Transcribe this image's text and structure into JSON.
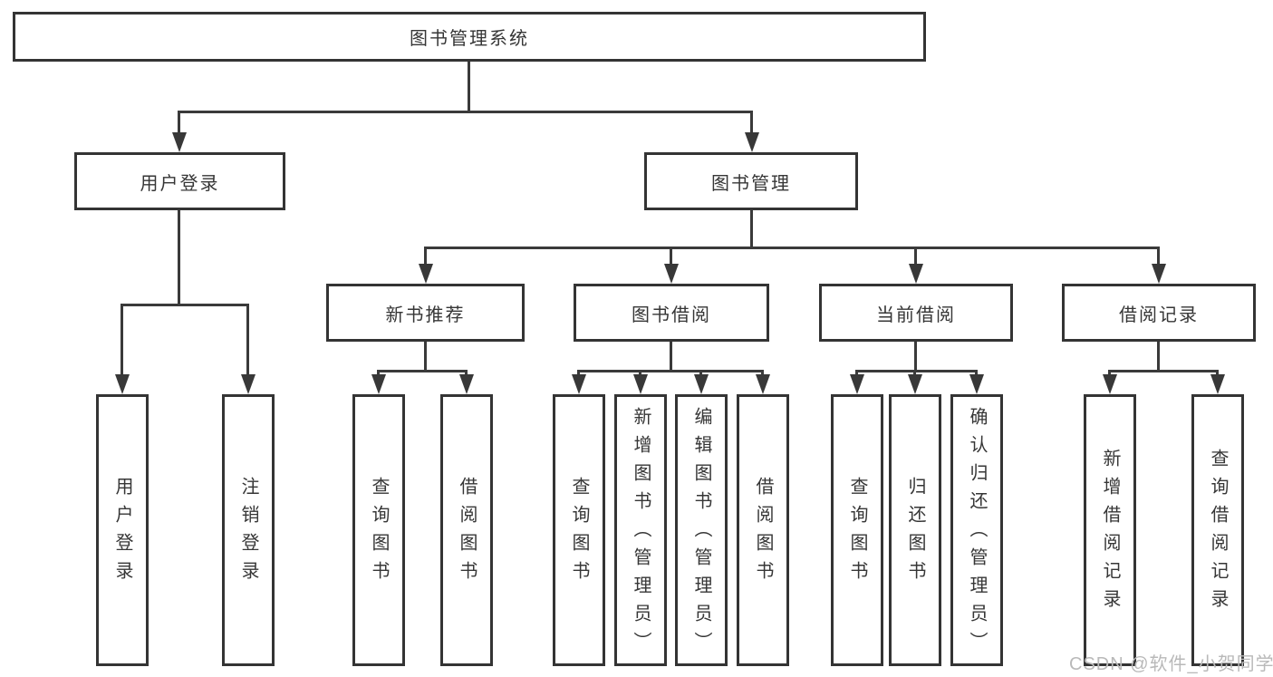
{
  "diagram": {
    "root": {
      "label": "图书管理系统"
    },
    "branches": [
      {
        "label": "用户登录",
        "children": [
          {
            "label": "用户登录"
          },
          {
            "label": "注销登录"
          }
        ]
      },
      {
        "label": "图书管理",
        "children": [
          {
            "label": "新书推荐",
            "children": [
              {
                "label": "查询图书"
              },
              {
                "label": "借阅图书"
              }
            ]
          },
          {
            "label": "图书借阅",
            "children": [
              {
                "label": "查询图书"
              },
              {
                "label": "新增图书（管理员）"
              },
              {
                "label": "编辑图书（管理员）"
              },
              {
                "label": "借阅图书"
              }
            ]
          },
          {
            "label": "当前借阅",
            "children": [
              {
                "label": "查询图书"
              },
              {
                "label": "归还图书"
              },
              {
                "label": "确认归还（管理员）"
              }
            ]
          },
          {
            "label": "借阅记录",
            "children": [
              {
                "label": "新增借阅记录"
              },
              {
                "label": "查询借阅记录"
              }
            ]
          }
        ]
      }
    ]
  },
  "watermark": {
    "text": "CSDN @软件_小贺同学"
  },
  "colors": {
    "line": "#3a3a3a",
    "box_border": "#343434",
    "text": "#363636",
    "background": "#ffffff",
    "watermark": "#b9b9b9"
  }
}
